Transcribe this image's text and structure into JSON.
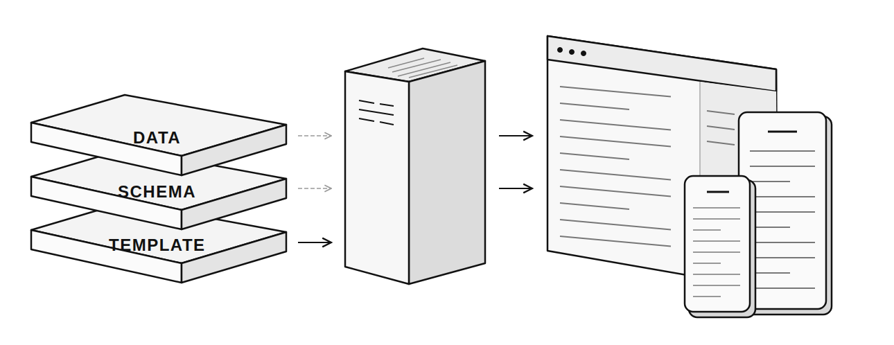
{
  "diagram": {
    "nodes": [
      {
        "text": [
          "DATA"
        ]
      },
      {
        "text": [
          "SCHEMA"
        ]
      },
      {
        "text": [
          "TEMPLATE"
        ]
      }
    ]
  }
}
